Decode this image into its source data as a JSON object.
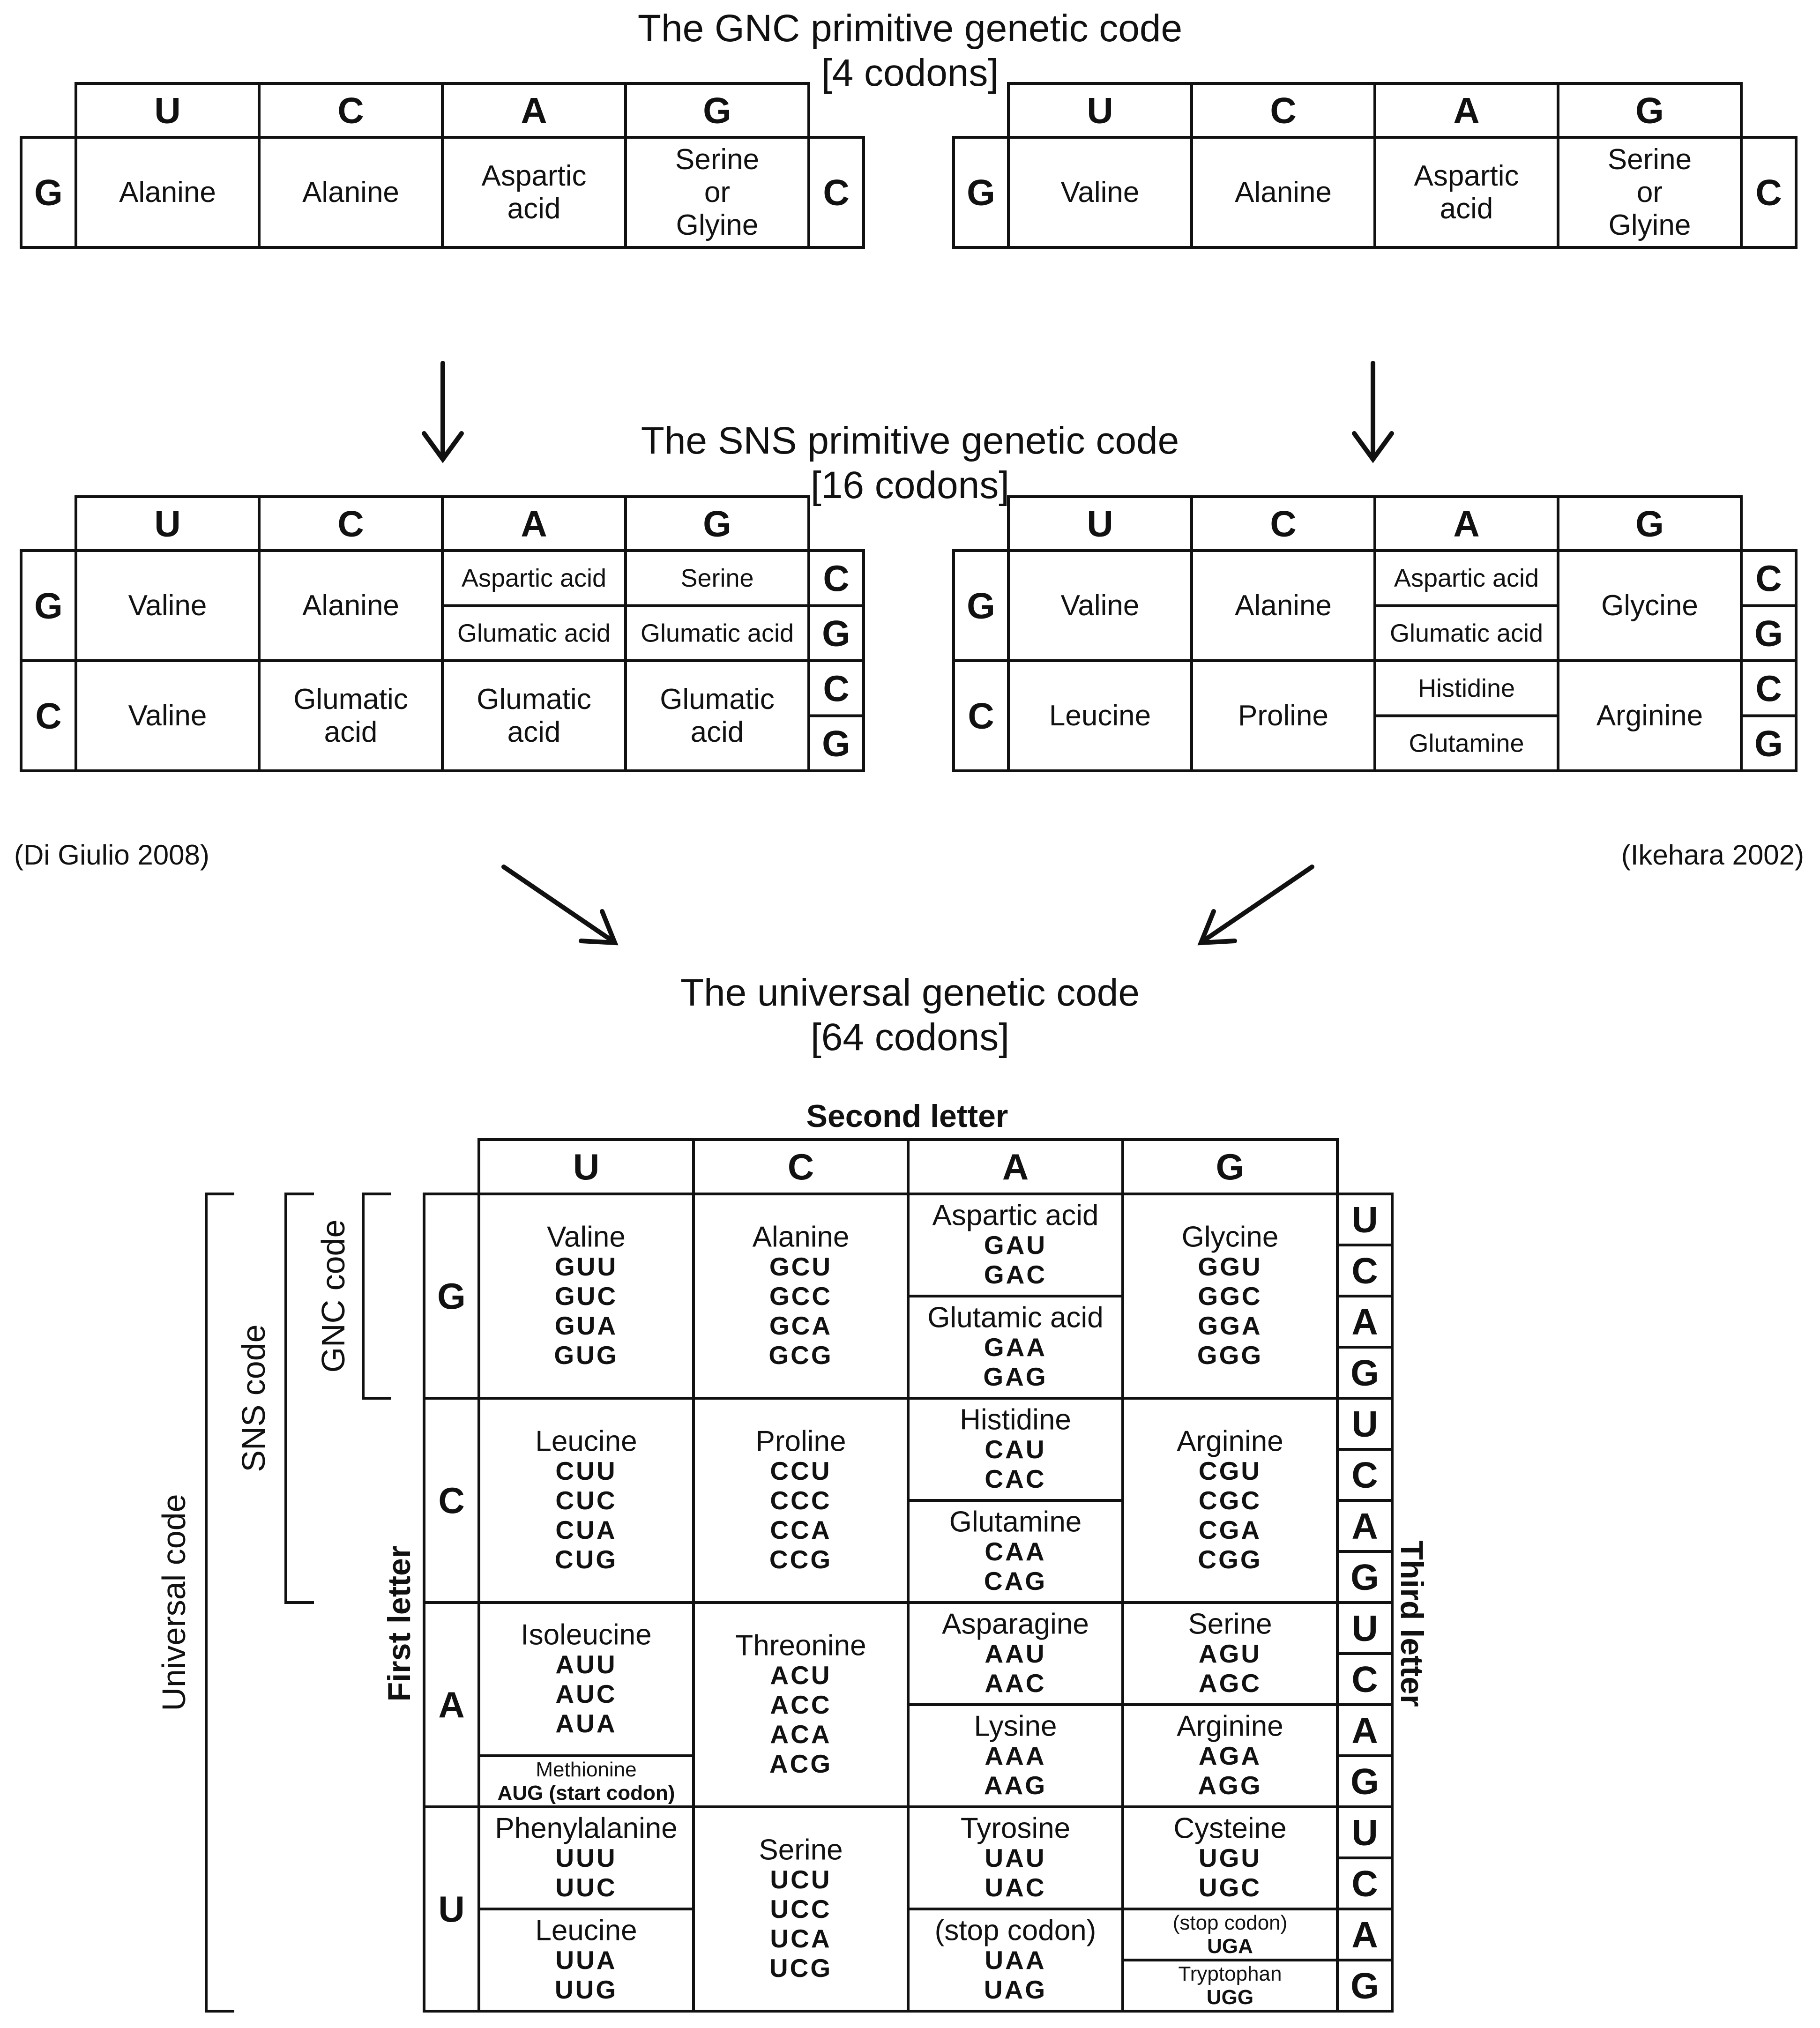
{
  "titles": {
    "gnc": {
      "line1": "The GNC primitive genetic code",
      "line2": "[4 codons]"
    },
    "sns": {
      "line1": "The SNS primitive genetic code",
      "line2": "[16 codons]"
    },
    "universal": {
      "line1": "The universal genetic code",
      "line2": "[64 codons]"
    }
  },
  "bases": [
    "U",
    "C",
    "A",
    "G"
  ],
  "gnc_left": {
    "first": "G",
    "third": "C",
    "cells": [
      [
        "Alanine"
      ],
      [
        "Alanine"
      ],
      [
        "Aspartic",
        "acid"
      ],
      [
        "Serine",
        "or",
        "Glyine"
      ]
    ]
  },
  "gnc_right": {
    "first": "G",
    "third": "C",
    "cells": [
      [
        "Valine"
      ],
      [
        "Alanine"
      ],
      [
        "Aspartic",
        "acid"
      ],
      [
        "Serine",
        "or",
        "Glyine"
      ]
    ]
  },
  "sns_left": {
    "citation": "(Di Giulio 2008)",
    "rows": [
      {
        "first": "G",
        "thirds": [
          "C",
          "G"
        ],
        "cells": [
          {
            "span": [
              [
                "Valine"
              ]
            ]
          },
          {
            "span": [
              [
                "Alanine"
              ]
            ]
          },
          {
            "split": [
              [
                "Aspartic acid"
              ],
              [
                "Glumatic acid"
              ]
            ]
          },
          {
            "split": [
              [
                "Serine"
              ],
              [
                "Glumatic acid"
              ]
            ]
          }
        ]
      },
      {
        "first": "C",
        "thirds": [
          "C",
          "G"
        ],
        "cells": [
          {
            "span": [
              [
                "Valine"
              ]
            ]
          },
          {
            "span": [
              [
                "Glumatic",
                "acid"
              ]
            ]
          },
          {
            "span": [
              [
                "Glumatic",
                "acid"
              ]
            ]
          },
          {
            "span": [
              [
                "Glumatic",
                "acid"
              ]
            ]
          }
        ]
      }
    ]
  },
  "sns_right": {
    "citation": "(Ikehara 2002)",
    "rows": [
      {
        "first": "G",
        "thirds": [
          "C",
          "G"
        ],
        "cells": [
          {
            "span": [
              [
                "Valine"
              ]
            ]
          },
          {
            "span": [
              [
                "Alanine"
              ]
            ]
          },
          {
            "split": [
              [
                "Aspartic acid"
              ],
              [
                "Glumatic acid"
              ]
            ]
          },
          {
            "span": [
              [
                "Glycine"
              ]
            ]
          }
        ]
      },
      {
        "first": "C",
        "thirds": [
          "C",
          "G"
        ],
        "cells": [
          {
            "span": [
              [
                "Leucine"
              ]
            ]
          },
          {
            "span": [
              [
                "Proline"
              ]
            ]
          },
          {
            "split": [
              [
                "Histidine"
              ],
              [
                "Glutamine"
              ]
            ]
          },
          {
            "span": [
              [
                "Arginine"
              ]
            ]
          }
        ]
      }
    ]
  },
  "universal": {
    "second_letter_label": "Second letter",
    "first_letter_label": "First letter",
    "third_letter_label": "Third letter",
    "bracket_labels": {
      "gnc": "GNC code",
      "sns": "SNS code",
      "universal": "Universal code"
    },
    "first_letters": [
      "G",
      "C",
      "A",
      "U"
    ],
    "third_letters": [
      "U",
      "C",
      "A",
      "G"
    ],
    "rows": [
      {
        "cells": [
          [
            {
              "name": "Valine",
              "codons": [
                "GUU",
                "GUC",
                "GUA",
                "GUG"
              ],
              "span": 4
            }
          ],
          [
            {
              "name": "Alanine",
              "codons": [
                "GCU",
                "GCC",
                "GCA",
                "GCG"
              ],
              "span": 4
            }
          ],
          [
            {
              "name": "Aspartic acid",
              "codons": [
                "GAU",
                "GAC"
              ],
              "span": 2
            },
            {
              "name": "Glutamic acid",
              "codons": [
                "GAA",
                "GAG"
              ],
              "span": 2
            }
          ],
          [
            {
              "name": "Glycine",
              "codons": [
                "GGU",
                "GGC",
                "GGA",
                "GGG"
              ],
              "span": 4
            }
          ]
        ]
      },
      {
        "cells": [
          [
            {
              "name": "Leucine",
              "codons": [
                "CUU",
                "CUC",
                "CUA",
                "CUG"
              ],
              "span": 4
            }
          ],
          [
            {
              "name": "Proline",
              "codons": [
                "CCU",
                "CCC",
                "CCA",
                "CCG"
              ],
              "span": 4
            }
          ],
          [
            {
              "name": "Histidine",
              "codons": [
                "CAU",
                "CAC"
              ],
              "span": 2
            },
            {
              "name": "Glutamine",
              "codons": [
                "CAA",
                "CAG"
              ],
              "span": 2
            }
          ],
          [
            {
              "name": "Arginine",
              "codons": [
                "CGU",
                "CGC",
                "CGA",
                "CGG"
              ],
              "span": 4
            }
          ]
        ]
      },
      {
        "cells": [
          [
            {
              "name": "Isoleucine",
              "codons": [
                "AUU",
                "AUC",
                "AUA"
              ],
              "span": 3
            },
            {
              "name": "Methionine",
              "codons": [
                "AUG (start codon)"
              ],
              "span": 1
            }
          ],
          [
            {
              "name": "Threonine",
              "codons": [
                "ACU",
                "ACC",
                "ACA",
                "ACG"
              ],
              "span": 4
            }
          ],
          [
            {
              "name": "Asparagine",
              "codons": [
                "AAU",
                "AAC"
              ],
              "span": 2
            },
            {
              "name": "Lysine",
              "codons": [
                "AAA",
                "AAG"
              ],
              "span": 2
            }
          ],
          [
            {
              "name": "Serine",
              "codons": [
                "AGU",
                "AGC"
              ],
              "span": 2
            },
            {
              "name": "Arginine",
              "codons": [
                "AGA",
                "AGG"
              ],
              "span": 2
            }
          ]
        ]
      },
      {
        "cells": [
          [
            {
              "name": "Phenylalanine",
              "codons": [
                "UUU",
                "UUC"
              ],
              "span": 2
            },
            {
              "name": "Leucine",
              "codons": [
                "UUA",
                "UUG"
              ],
              "span": 2
            }
          ],
          [
            {
              "name": "Serine",
              "codons": [
                "UCU",
                "UCC",
                "UCA",
                "UCG"
              ],
              "span": 4
            }
          ],
          [
            {
              "name": "Tyrosine",
              "codons": [
                "UAU",
                "UAC"
              ],
              "span": 2
            },
            {
              "name": "(stop codon)",
              "codons": [
                "UAA",
                "UAG"
              ],
              "span": 2
            }
          ],
          [
            {
              "name": "Cysteine",
              "codons": [
                "UGU",
                "UGC"
              ],
              "span": 2
            },
            {
              "name": "(stop codon)",
              "codons": [
                "UGA"
              ],
              "span": 1
            },
            {
              "name": "Tryptophan",
              "codons": [
                "UGG"
              ],
              "span": 1
            }
          ]
        ]
      }
    ]
  }
}
